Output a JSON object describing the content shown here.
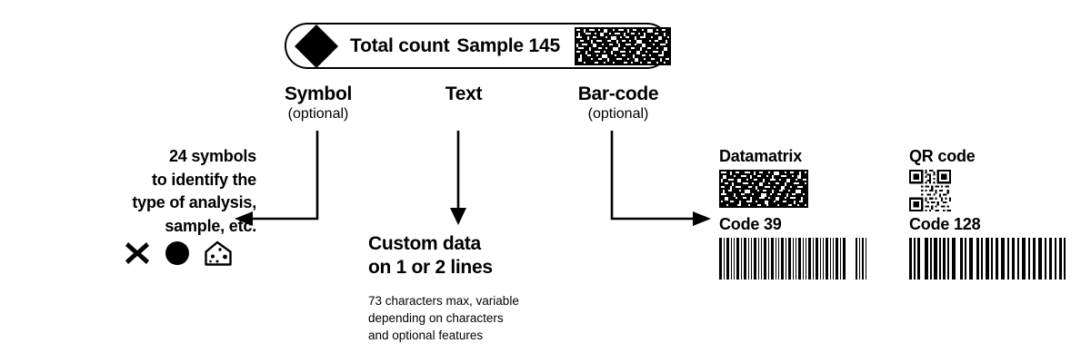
{
  "label_preview": {
    "symbol_icon": "diamond-icon",
    "text_primary": "Total count",
    "text_secondary": "Sample 145",
    "barcode_icon": "datamatrix-code"
  },
  "columns": [
    {
      "id": "symbol",
      "title": "Symbol",
      "subtitle": "(optional)"
    },
    {
      "id": "text",
      "title": "Text",
      "subtitle": ""
    },
    {
      "id": "barcode",
      "title": "Bar-code",
      "subtitle": "(optional)"
    }
  ],
  "symbol_section": {
    "description_lines": [
      "24 symbols",
      "to identify the",
      "type of analysis,",
      "sample, etc."
    ],
    "sample_icons": [
      "cross-icon",
      "filled-circle-icon",
      "cheese-wedge-icon"
    ]
  },
  "text_section": {
    "heading_lines": [
      "Custom data",
      "on 1 or 2 lines"
    ],
    "note_lines": [
      "73 characters max, variable",
      "depending on characters",
      "and optional features"
    ]
  },
  "barcode_section": {
    "samples": [
      {
        "id": "datamatrix",
        "label": "Datamatrix",
        "kind": "matrix-wide"
      },
      {
        "id": "qrcode",
        "label": "QR code",
        "kind": "qr"
      },
      {
        "id": "code39",
        "label": "Code 39",
        "kind": "linear"
      },
      {
        "id": "code128",
        "label": "Code 128",
        "kind": "linear"
      }
    ]
  },
  "colors": {
    "ink": "#000000",
    "background": "#ffffff"
  }
}
